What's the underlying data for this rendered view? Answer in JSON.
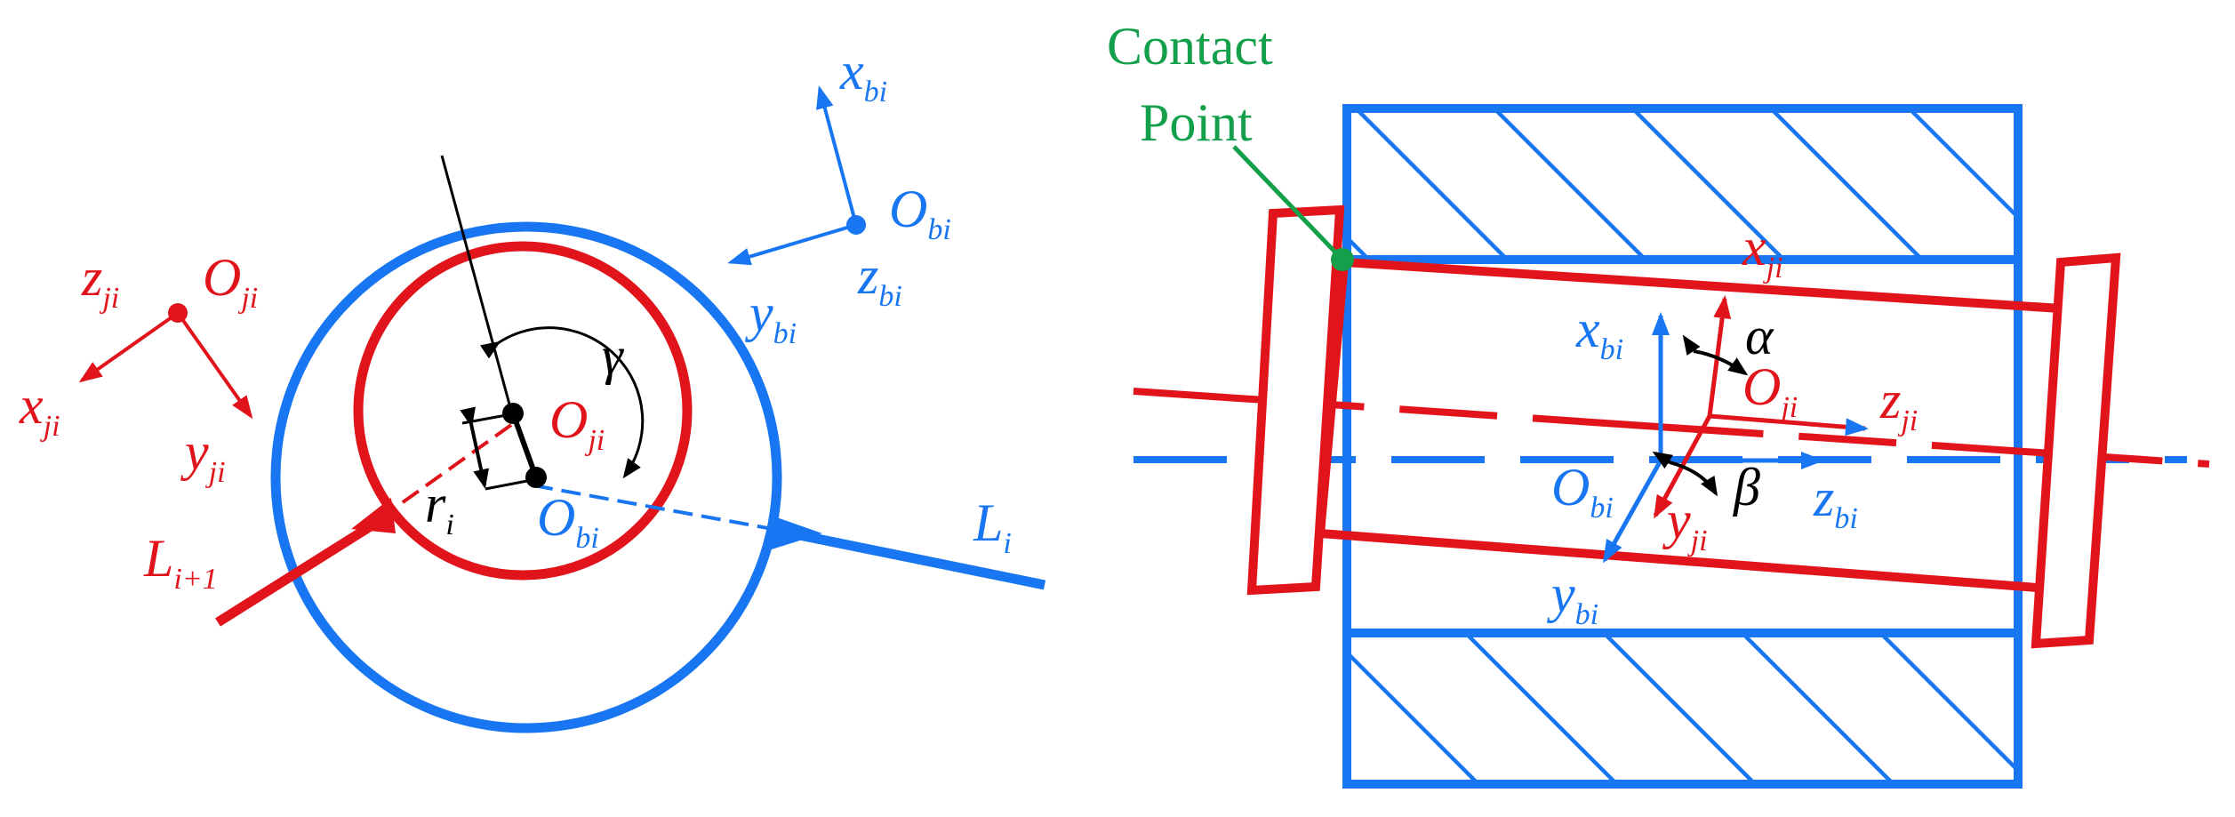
{
  "colors": {
    "red": "#e1131b",
    "blue": "#1876f2",
    "green": "#14a04a",
    "black": "#000000"
  },
  "left_view": {
    "frame_ji": {
      "origin": "O",
      "origin_sub": "ji",
      "x": "x",
      "x_sub": "ji",
      "y": "y",
      "y_sub": "ji",
      "z": "z",
      "z_sub": "ji"
    },
    "frame_bi": {
      "origin": "O",
      "origin_sub": "bi",
      "x": "x",
      "x_sub": "bi",
      "y": "y",
      "y_sub": "bi",
      "z": "z",
      "z_sub": "bi"
    },
    "inner_center": {
      "main": "O",
      "sub": "ji"
    },
    "outer_center": {
      "main": "O",
      "sub": "bi"
    },
    "gamma": "γ",
    "radius": {
      "main": "r",
      "sub": "i"
    },
    "link_i": {
      "main": "L",
      "sub": "i"
    },
    "link_i_plus_1": {
      "main": "L",
      "sub": "i+1"
    }
  },
  "right_view": {
    "contact_point": {
      "line1": "Contact",
      "line2": "Point"
    },
    "x_ji": {
      "main": "x",
      "sub": "ji"
    },
    "x_bi": {
      "main": "x",
      "sub": "bi"
    },
    "alpha": "α",
    "o_ji": {
      "main": "O",
      "sub": "ji"
    },
    "z_ji": {
      "main": "z",
      "sub": "ji"
    },
    "o_bi": {
      "main": "O",
      "sub": "bi"
    },
    "beta": "β",
    "z_bi": {
      "main": "z",
      "sub": "bi"
    },
    "y_ji": {
      "main": "y",
      "sub": "ji"
    },
    "y_bi": {
      "main": "y",
      "sub": "bi"
    }
  }
}
